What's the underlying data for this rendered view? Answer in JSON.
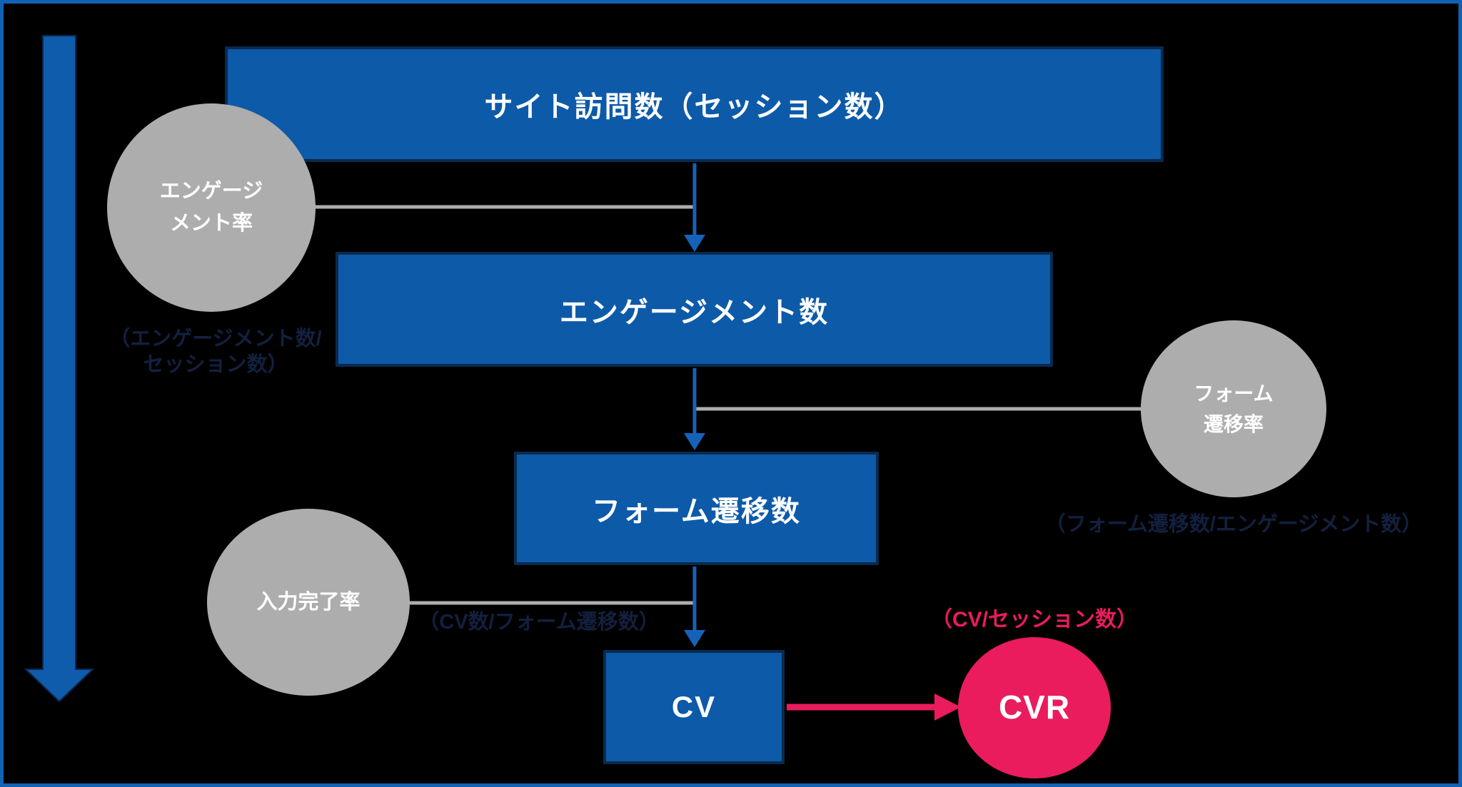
{
  "colors": {
    "background": "#000000",
    "canvas_border": "#1262B3",
    "box_blue": "#0D5AA9",
    "box_border_navy": "#0A2A4E",
    "arrow_blue": "#1463B8",
    "connector_gray": "#ADADAD",
    "accent_pink": "#EA1C5D",
    "formula_navy": "#13203F",
    "text_white": "#FFFFFF"
  },
  "funnel": {
    "box1": "サイト訪問数（セッション数）",
    "box2": "エンゲージメント数",
    "box3": "フォーム遷移数",
    "box4": "CV"
  },
  "metrics": {
    "engagement_rate": {
      "label_line1": "エンゲージ",
      "label_line2": "メント率",
      "formula_line1": "（エンゲージメント数/",
      "formula_line2": "セッション数）"
    },
    "form_rate": {
      "label_line1": "フォーム",
      "label_line2": "遷移率",
      "formula": "（フォーム遷移数/エンゲージメント数）"
    },
    "completion_rate": {
      "label": "入力完了率",
      "formula": "（CV数/フォーム遷移数）"
    },
    "cvr": {
      "label": "CVR",
      "formula": "（CV/セッション数）"
    }
  }
}
